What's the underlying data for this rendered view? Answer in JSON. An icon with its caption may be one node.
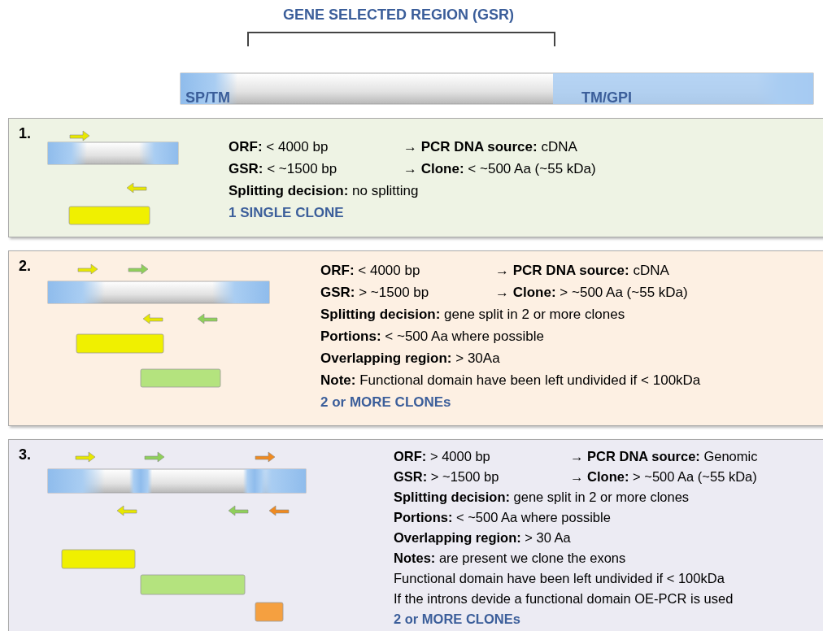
{
  "diagram": {
    "nodes": [
      {
        "text": [
          "1.",
          "**ORF:** < 4000 bp",
          "→ **PCR DNA source:** cDNA",
          "**GSR:** < ~1500 bp",
          "→ **Clone:** < ~500 Aa (~55 kDa)",
          "**Splitting decision:** no splitting",
          "1 SINGLE CLONE"
        ]
      },
      {
        "text": [
          "2.",
          "**ORF:** < 4000 bp",
          "→ **PCR DNA source:** cDNA",
          "**GSR:** > ~1500 bp",
          "→ **Clone:** > ~500 Aa (~55 kDa)",
          "**Splitting decision:** gene split in 2 or more clones",
          "**Portions:** < ~500 Aa where possible",
          "**Overlapping region:** > 30Aa",
          "**Note:** Functional domain have been left undivided if < 100kDa",
          "2 or MORE CLONEs"
        ]
      },
      {
        "text": [
          "3.",
          "**ORF:** > 4000 bp",
          "→ **PCR DNA source:** Genomic",
          "**GSR:** > ~1500 bp",
          "→ **Clone:** > ~500 Aa (~55 kDa)",
          "**Splitting decision:** gene split in 2 or more clones",
          "**Portions:** < ~500 Aa where possible",
          "**Overlapping region:** > 30 Aa",
          "**Notes:** are present we clone the exons",
          "Functional domain have been left undivided if < 100kDa",
          "If the introns devide a functional domain OE-PCR is used",
          "2 or MORE CLONEs"
        ]
      }
    ],
    "edges": [],
    "labels": [
      "GENE SELECTED REGION (GSR)",
      "SP/TM",
      "TM/GPI"
    ]
  }
}
